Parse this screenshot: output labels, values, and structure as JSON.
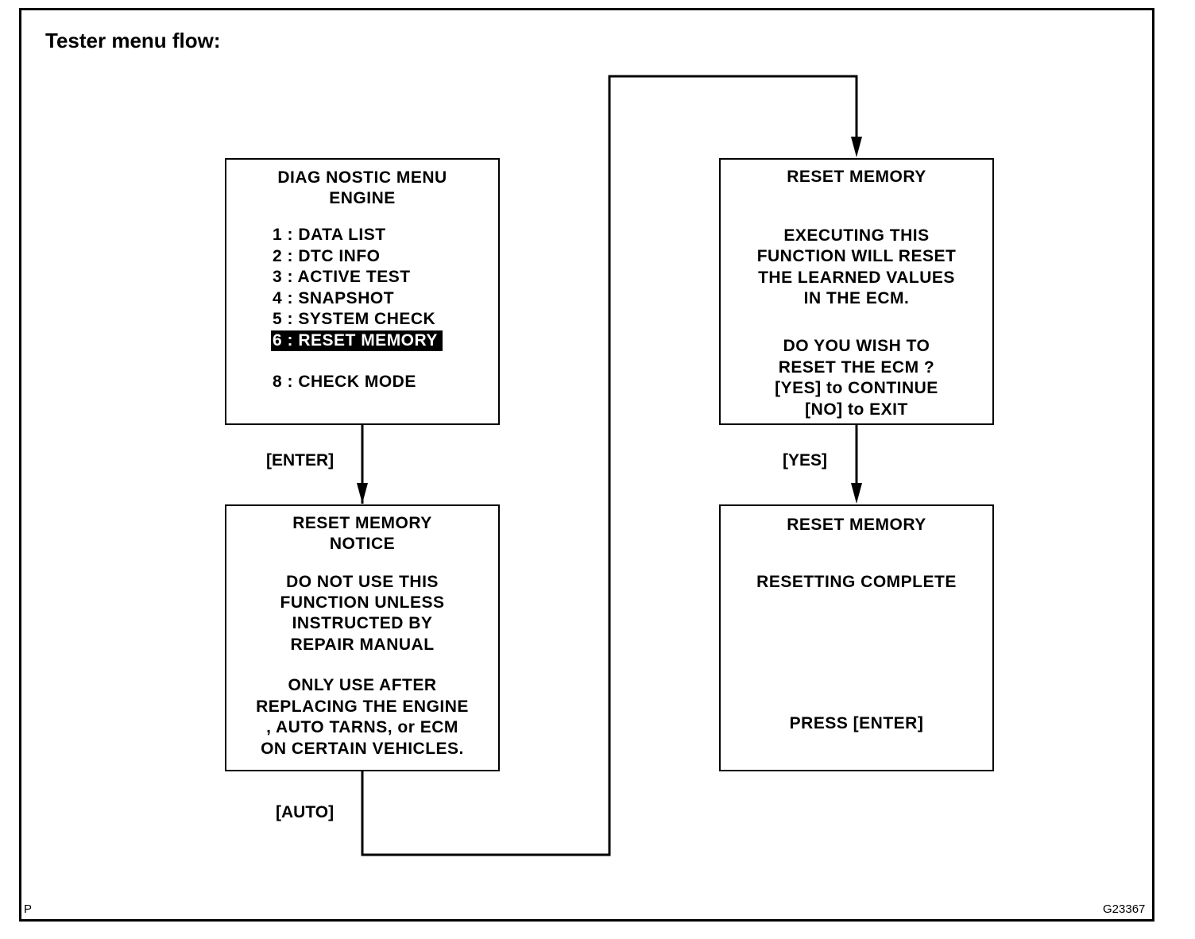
{
  "title": "Tester menu flow:",
  "boxes": {
    "diagnostic_menu": {
      "header": [
        "DIAG NOSTIC MENU",
        "ENGINE"
      ],
      "items": [
        "1 : DATA LIST",
        "2 : DTC INFO",
        "3 : ACTIVE TEST",
        "4 : SNAPSHOT",
        "5 : SYSTEM CHECK",
        "6 : RESET MEMORY",
        "8 : CHECK MODE"
      ],
      "selected_item": "6 : RESET MEMORY"
    },
    "reset_notice": {
      "header": [
        "RESET MEMORY",
        "NOTICE"
      ],
      "warning": [
        "DO NOT USE THIS",
        "FUNCTION UNLESS",
        "INSTRUCTED BY",
        "REPAIR MANUAL"
      ],
      "instruction": [
        "ONLY USE AFTER",
        "REPLACING THE ENGINE",
        ", AUTO TARNS, or ECM",
        "ON CERTAIN VEHICLES."
      ]
    },
    "reset_confirm": {
      "header": "RESET MEMORY",
      "body": [
        "EXECUTING THIS",
        "FUNCTION WILL RESET",
        "THE LEARNED VALUES",
        "IN THE ECM."
      ],
      "question": [
        "DO YOU WISH TO",
        "RESET THE ECM ?",
        "[YES] to CONTINUE",
        "[NO] to EXIT"
      ]
    },
    "reset_complete": {
      "header": "RESET MEMORY",
      "status": "RESETTING COMPLETE",
      "prompt": "PRESS [ENTER]"
    }
  },
  "arrow_labels": {
    "enter": "[ENTER]",
    "auto": "[AUTO]",
    "yes": "[YES]"
  },
  "corner_marks": {
    "left": "P",
    "figure_id": "G23367"
  }
}
